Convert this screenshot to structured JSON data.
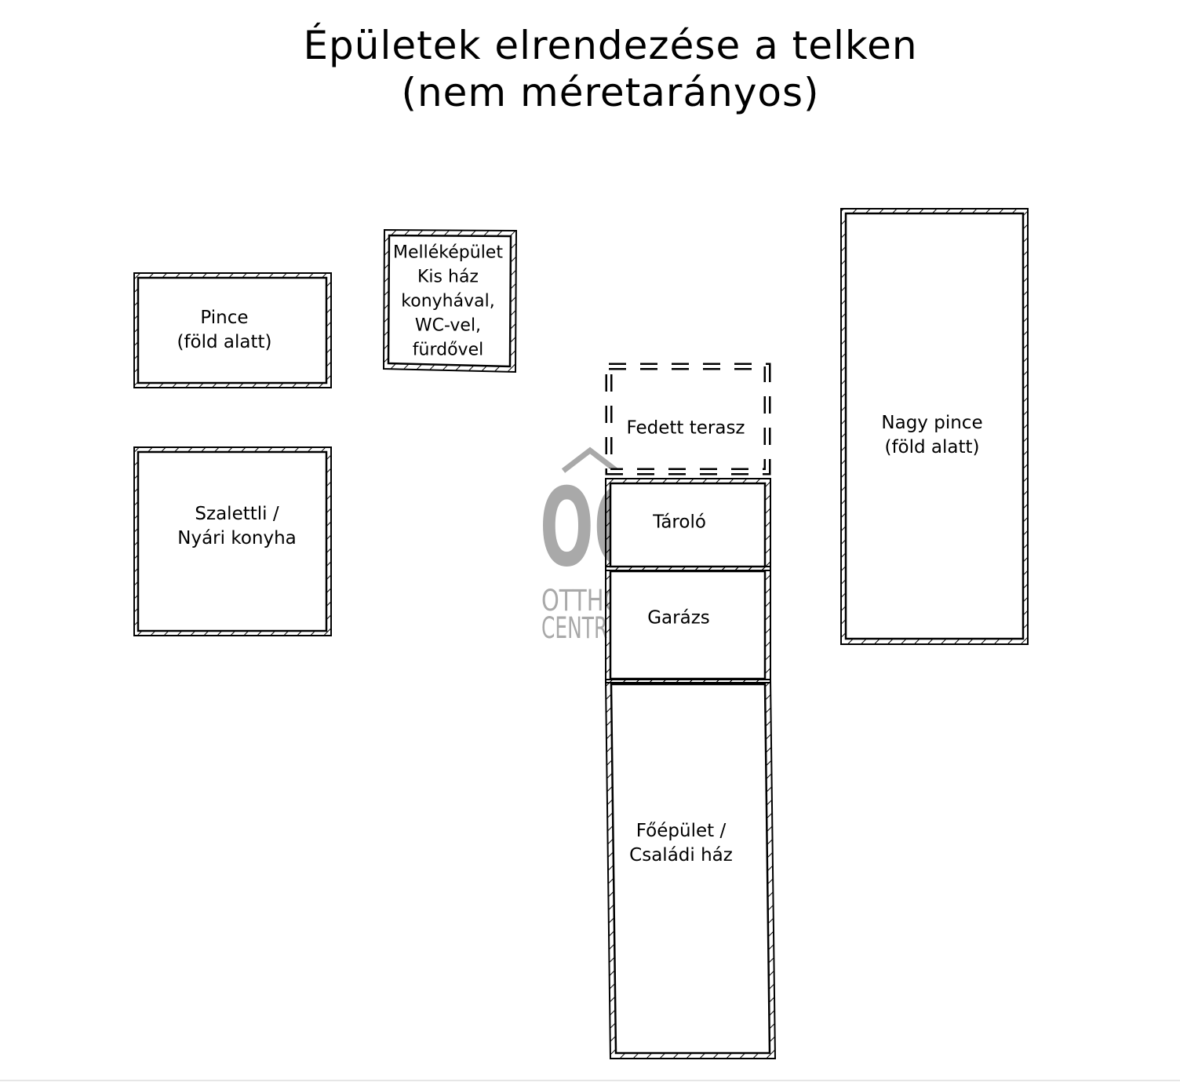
{
  "title": {
    "line1": "Épületek elrendezése a telken",
    "line2": "(nem méretarányos)"
  },
  "buildings": {
    "pince": "Pince\n(föld alatt)",
    "mellekepulet": "Melléképület\nKis ház\nkonyhával,\nWC-vel,\nfürdővel",
    "szalettli": "Szalettli /\nNyári konyha",
    "fedett_terasz": "Fedett terasz",
    "nagy_pince": "Nagy pince\n(föld alatt)",
    "tarolo": "Tároló",
    "garazs": "Garázs",
    "foepulet": "Főépület /\nCsaládi ház"
  },
  "watermark": {
    "mark": "OC",
    "line1": "OTTHON",
    "line2": "CENTRUM",
    "color": "#a9a9a9"
  }
}
